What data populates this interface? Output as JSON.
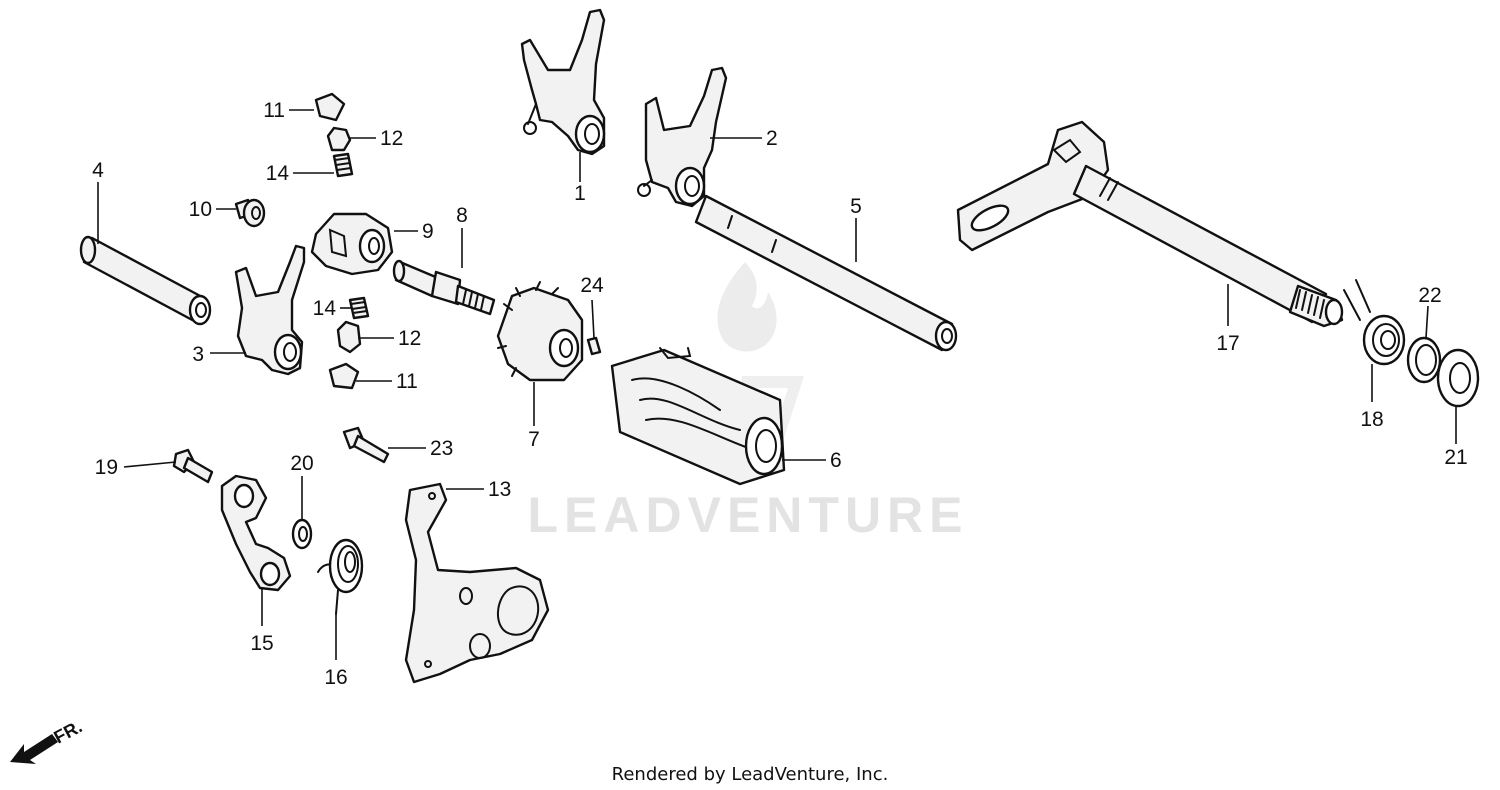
{
  "watermark": {
    "text": "LEADVENTURE"
  },
  "footer": {
    "text": "Rendered by LeadVenture, Inc."
  },
  "direction": {
    "text": "FR."
  },
  "callouts": [
    {
      "id": "1",
      "label": "1"
    },
    {
      "id": "2",
      "label": "2"
    },
    {
      "id": "3",
      "label": "3"
    },
    {
      "id": "4",
      "label": "4"
    },
    {
      "id": "5",
      "label": "5"
    },
    {
      "id": "6",
      "label": "6"
    },
    {
      "id": "7",
      "label": "7"
    },
    {
      "id": "8",
      "label": "8"
    },
    {
      "id": "9",
      "label": "9"
    },
    {
      "id": "10",
      "label": "10"
    },
    {
      "id": "11a",
      "label": "11"
    },
    {
      "id": "11b",
      "label": "11"
    },
    {
      "id": "12a",
      "label": "12"
    },
    {
      "id": "12b",
      "label": "12"
    },
    {
      "id": "13",
      "label": "13"
    },
    {
      "id": "14a",
      "label": "14"
    },
    {
      "id": "14b",
      "label": "14"
    },
    {
      "id": "15",
      "label": "15"
    },
    {
      "id": "16",
      "label": "16"
    },
    {
      "id": "17",
      "label": "17"
    },
    {
      "id": "18",
      "label": "18"
    },
    {
      "id": "19",
      "label": "19"
    },
    {
      "id": "20",
      "label": "20"
    },
    {
      "id": "21",
      "label": "21"
    },
    {
      "id": "22",
      "label": "22"
    },
    {
      "id": "23",
      "label": "23"
    },
    {
      "id": "24",
      "label": "24"
    }
  ]
}
